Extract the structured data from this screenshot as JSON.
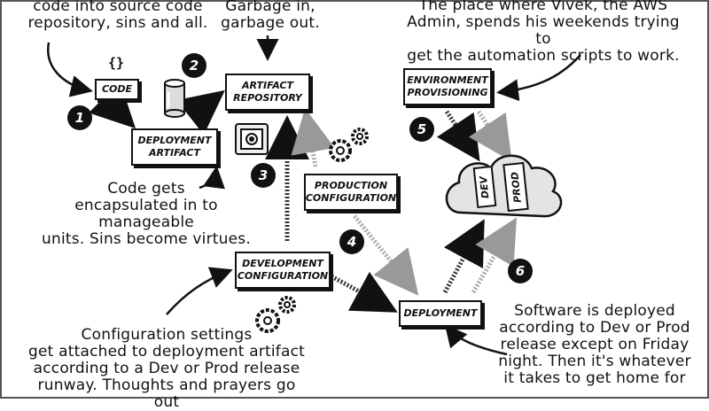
{
  "notes": {
    "commit_l1": "code into source code",
    "commit_l2": "repository, sins and all.",
    "garbage_l1": "Garbage in,",
    "garbage_l2": "garbage out.",
    "vivek_l1": "The place where Vivek, the AWS",
    "vivek_l2": "Admin, spends his weekends trying to",
    "vivek_l3": "get the automation scripts to work.",
    "encap_l1": "Code gets",
    "encap_l2": "encapsulated in to manageable",
    "encap_l3": "units. Sins become virtues.",
    "config_l1": "Configuration settings",
    "config_l2": "get attached to deployment artifact",
    "config_l3": "according to a Dev or Prod release",
    "config_l4": "runway. Thoughts and prayers go out",
    "deploy_l1": "Software is deployed",
    "deploy_l2": "according to Dev or Prod",
    "deploy_l3": "release except on Friday",
    "deploy_l4": "night. Then it's whatever",
    "deploy_l5": "it takes to get home for"
  },
  "boxes": {
    "code": "CODE",
    "deployment_artifact_l1": "DEPLOYMENT",
    "deployment_artifact_l2": "ARTIFACT",
    "artifact_repo_l1": "ARTIFACT",
    "artifact_repo_l2": "REPOSITORY",
    "env_prov_l1": "ENVIRONMENT",
    "env_prov_l2": "PROVISIONING",
    "prod_config_l1": "PRODUCTION",
    "prod_config_l2": "CONFIGURATION",
    "dev_config_l1": "DEVELOPMENT",
    "dev_config_l2": "CONFIGURATION",
    "deployment": "DEPLOYMENT"
  },
  "cloud": {
    "dev": "DEV",
    "prod": "PROD"
  },
  "badges": [
    "1",
    "2",
    "3",
    "4",
    "5",
    "6"
  ],
  "code_glyph": "{}",
  "icons": [
    "braces-icon",
    "database-icon",
    "safe-icon",
    "gears-icon",
    "cloud-icon",
    "arrow-icon"
  ]
}
